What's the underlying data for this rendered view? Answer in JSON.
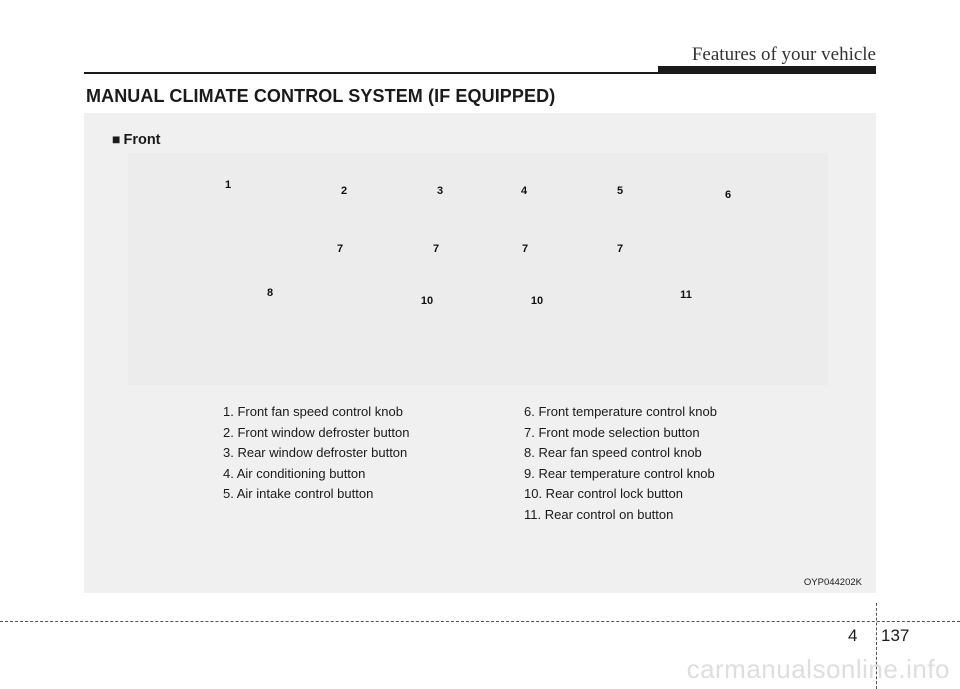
{
  "header": {
    "title": "Features of your vehicle"
  },
  "section": {
    "title": "MANUAL CLIMATE CONTROL SYSTEM (IF EQUIPPED)"
  },
  "panel": {
    "sub_label": "Front",
    "callouts": [
      "1",
      "2",
      "3",
      "4",
      "5",
      "6",
      "7",
      "7",
      "7",
      "7",
      "8",
      "10",
      "10",
      "11"
    ],
    "legend_left": [
      "1. Front fan speed control knob",
      "2. Front window defroster button",
      "3. Rear window defroster button",
      "4. Air conditioning button",
      "5. Air intake control button"
    ],
    "legend_right": [
      "6. Front temperature control knob",
      "7. Front mode selection button",
      "8. Rear fan speed control knob",
      "9. Rear temperature control knob",
      "10. Rear control lock button",
      "11. Rear control on button"
    ],
    "image_code": "OYP044202K"
  },
  "footer": {
    "chapter": "4",
    "page": "137"
  },
  "watermark": "carmanualsonline.info"
}
